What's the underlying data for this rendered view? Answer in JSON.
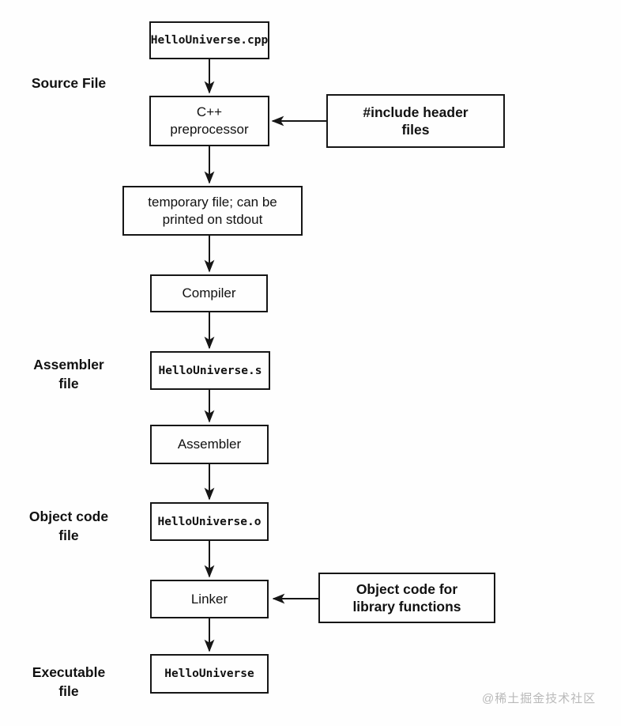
{
  "diagram": {
    "type": "flowchart",
    "topic": "C++ compilation pipeline",
    "nodes": {
      "cpp_file": "HelloUniverse.cpp",
      "preprocessor": "C++\npreprocessor",
      "include_headers": "#include header\nfiles",
      "temp_file": "temporary file; can be\nprinted on stdout",
      "compiler": "Compiler",
      "asm_file": "HelloUniverse.s",
      "assembler": "Assembler",
      "obj_file": "HelloUniverse.o",
      "linker": "Linker",
      "lib_objects": "Object code for\nlibrary functions",
      "exe_file": "HelloUniverse"
    },
    "stage_labels": {
      "source": "Source File",
      "assembler": "Assembler\nfile",
      "object": "Object code\nfile",
      "executable": "Executable\nfile"
    },
    "edges": [
      "cpp_file -> preprocessor",
      "include_headers -> preprocessor",
      "preprocessor -> temp_file",
      "temp_file -> compiler",
      "compiler -> asm_file",
      "asm_file -> assembler",
      "assembler -> obj_file",
      "obj_file -> linker",
      "lib_objects -> linker",
      "linker -> exe_file"
    ],
    "line_color": "#161616"
  },
  "watermark": "@稀土掘金技术社区"
}
